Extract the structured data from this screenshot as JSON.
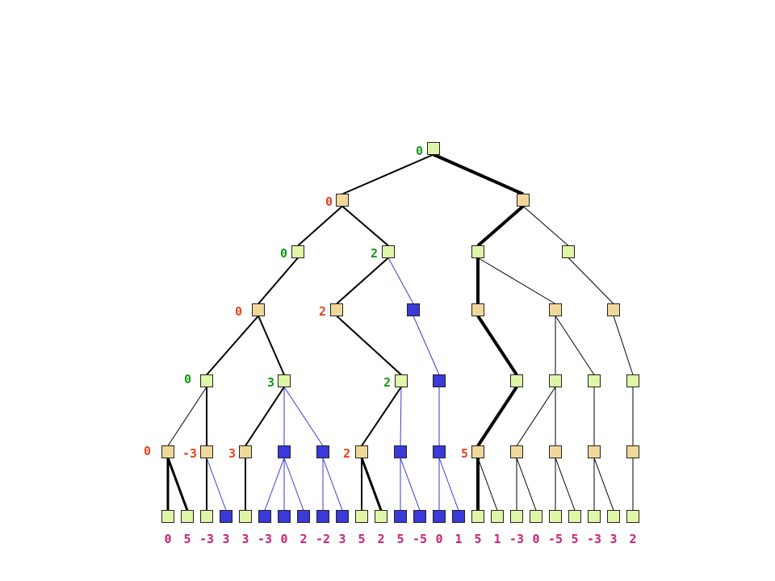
{
  "colors": {
    "max_node": "#e0f5a8",
    "min_node": "#f0d89a",
    "pruned_node": "#3a3ad8",
    "max_value": "#139a13",
    "min_value": "#e8421a",
    "leaf_value": "#cc2277",
    "edge": "#000000",
    "pruned_edge": "#3a3ad8"
  },
  "tree": {
    "root_value": "0",
    "levels": [
      {
        "kind": "max",
        "values": [
          "0"
        ]
      },
      {
        "kind": "min",
        "values": [
          "0",
          ""
        ]
      },
      {
        "kind": "max",
        "values": [
          "0",
          "2",
          "",
          ""
        ]
      },
      {
        "kind": "min",
        "values": [
          "0",
          "2",
          "",
          "",
          "",
          ""
        ]
      },
      {
        "kind": "max",
        "values": [
          "0",
          "3",
          "2",
          "",
          "",
          "",
          "",
          ""
        ]
      },
      {
        "kind": "min",
        "values": [
          "0",
          "-3",
          "3",
          "",
          "",
          "2",
          "",
          "",
          "5",
          "",
          "",
          "",
          ""
        ]
      }
    ],
    "leaf_values": [
      "0",
      "5",
      "-3",
      "3",
      "3",
      "-3",
      "0",
      "2",
      "-2",
      "3",
      "5",
      "2",
      "5",
      "-5",
      "0",
      "1",
      "5",
      "1",
      "-3",
      "0",
      "-5",
      "5",
      "-3",
      "3",
      "2"
    ]
  }
}
